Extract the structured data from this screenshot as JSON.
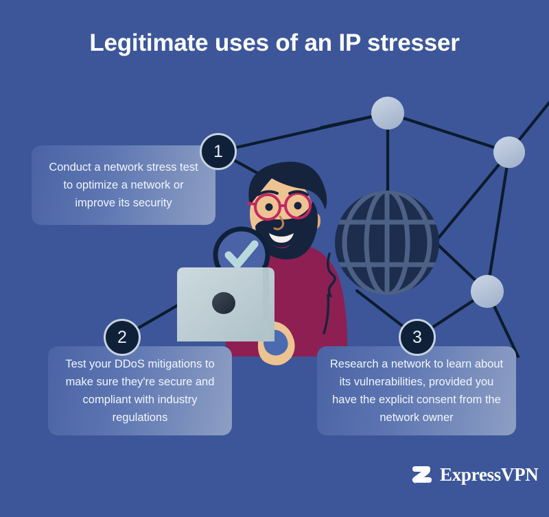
{
  "page": {
    "title": "Legitimate uses of an IP stresser",
    "background_color": "#3c5699"
  },
  "colors": {
    "background": "#3c5699",
    "card_gradient_start": "#4a63a4",
    "card_gradient_end": "#8e9fc4",
    "badge_fill": "#0f2138",
    "badge_ring": "#c7d3e2",
    "node_fill": "#b6c3d8",
    "line_color": "#0d1b2e",
    "globe_fill": "#1c2d4d",
    "shirt_color": "#8e1f52",
    "skin_color": "#eec392",
    "hair_color": "#16233d",
    "glasses_color": "#c4285f",
    "laptop_color": "#c3d3d9",
    "check_color": "#b9d8de",
    "text_color": "#f2f5fb",
    "title_color": "#ffffff"
  },
  "cards": [
    {
      "number": "1",
      "text": "Conduct a network stress test to optimize a network or improve its security"
    },
    {
      "number": "2",
      "text": "Test your DDoS mitigations to make sure they're secure and compliant with industry regulations"
    },
    {
      "number": "3",
      "text": "Research a network to learn about its vulnerabilities, provided you have the explicit consent from the network owner"
    }
  ],
  "illustration": {
    "person_label": "man-with-laptop-illustration",
    "globe_label": "globe-icon",
    "magnifier_label": "magnifier-with-checkmark-icon",
    "laptop_label": "laptop-icon",
    "network_nodes": 4
  },
  "branding": {
    "logo_text": "ExpressVPN",
    "logo_mark": "expressvpn-logo-mark"
  }
}
